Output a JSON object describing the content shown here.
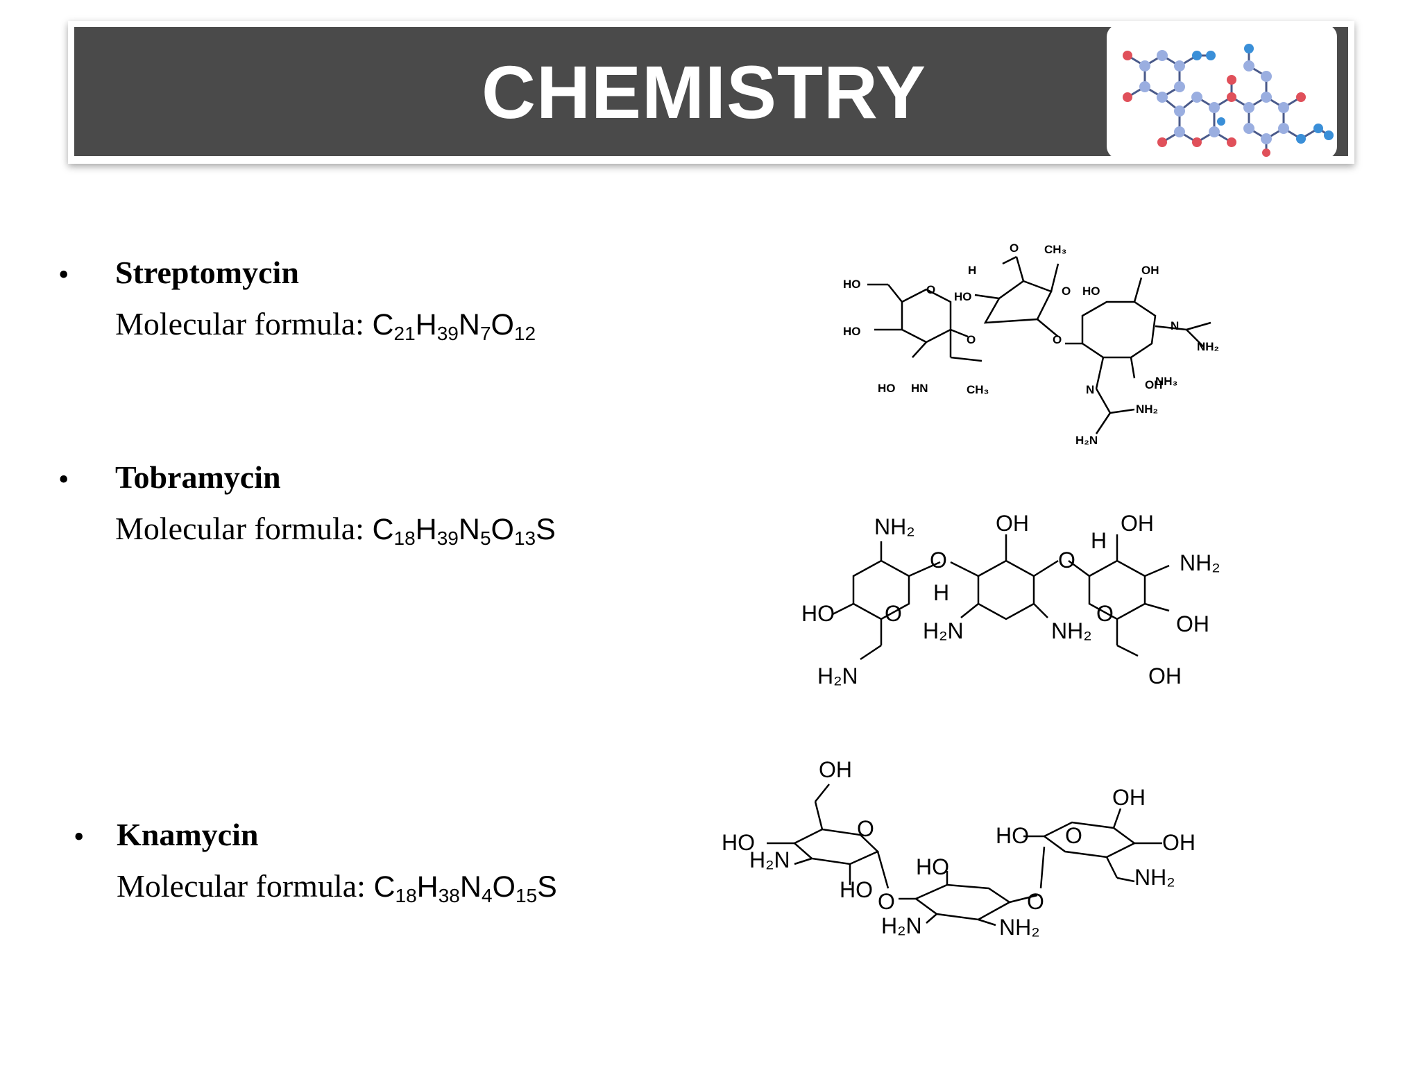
{
  "header": {
    "title": "CHEMISTRY"
  },
  "compounds": [
    {
      "name": "Streptomycin",
      "formula_label": "Molecular formula:",
      "formula_parts": [
        {
          "el": "C",
          "n": "21"
        },
        {
          "el": "H",
          "n": "39"
        },
        {
          "el": "N",
          "n": "7"
        },
        {
          "el": "O",
          "n": "12"
        }
      ]
    },
    {
      "name": "Tobramycin",
      "formula_label": "Molecular formula:",
      "formula_parts": [
        {
          "el": "C",
          "n": "18"
        },
        {
          "el": "H",
          "n": "39"
        },
        {
          "el": "N",
          "n": "5"
        },
        {
          "el": "O",
          "n": "13"
        },
        {
          "el": "S",
          "n": ""
        }
      ]
    },
    {
      "name": "Knamycin",
      "formula_label": "Molecular formula:",
      "formula_parts": [
        {
          "el": "C",
          "n": "18"
        },
        {
          "el": "H",
          "n": "38"
        },
        {
          "el": "N",
          "n": "4"
        },
        {
          "el": "O",
          "n": "15"
        },
        {
          "el": "S",
          "n": ""
        }
      ]
    }
  ],
  "bullet_char": "•",
  "colors": {
    "banner": "#4a4a4a",
    "atom_red": "#e0505a",
    "atom_blue": "#3a8fd8",
    "atom_lavender": "#9aaee0"
  }
}
